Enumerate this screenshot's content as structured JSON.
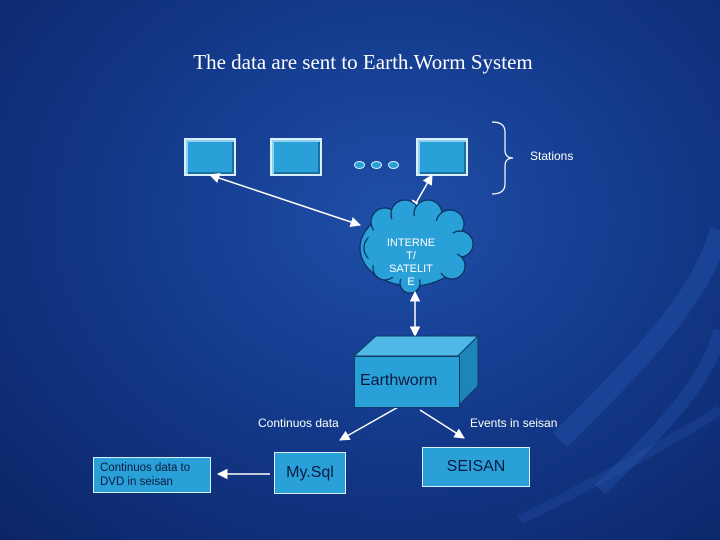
{
  "title": "The data are sent to Earth.Worm System",
  "stations": {
    "label": "Stations",
    "count_boxes": 3,
    "ellipsis_dots": 3
  },
  "cloud": {
    "text": "INTERNE\nT/\nSATELIT\nE"
  },
  "earthworm": {
    "label": "Earthworm"
  },
  "edges": {
    "continuous_label": "Continuos data",
    "events_label": "Events in seisan"
  },
  "mysql": {
    "label": "My.Sql"
  },
  "seisan": {
    "label": "SEISAN"
  },
  "dvd": {
    "label": "Continuos data  to DVD in seisan"
  },
  "colors": {
    "background": "#143a8c",
    "node_fill": "#2aa0d8",
    "node_border": "#d8eef8",
    "line": "#ffffff"
  }
}
